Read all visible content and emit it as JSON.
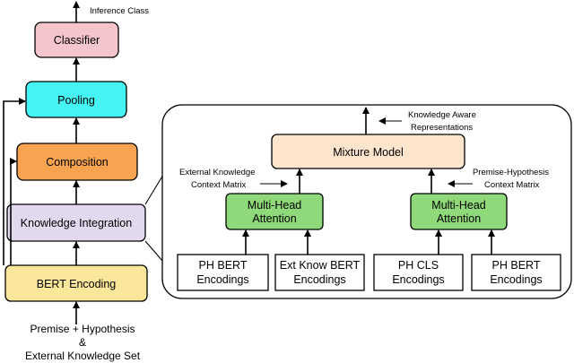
{
  "pipeline": {
    "classifier": "Classifier",
    "pooling": "Pooling",
    "composition": "Composition",
    "knowledge_integration": "Knowledge Integration",
    "bert_encoding": "BERT Encoding",
    "inference_class": "Inference Class",
    "input_line1": "Premise + Hypothesis",
    "input_line2": "&",
    "input_line3": "External Knowledge Set"
  },
  "detail": {
    "mixture_model": "Mixture Model",
    "knowledge_aware_line1": "Knowledge Aware",
    "knowledge_aware_line2": "Representations",
    "ext_ctx_line1": "External Knowledge",
    "ext_ctx_line2": "Context Matrix",
    "ph_ctx_line1": "Premise-Hypothesis",
    "ph_ctx_line2": "Context Matrix",
    "mha_left_line1": "Multi-Head",
    "mha_left_line2": "Attention",
    "mha_right_line1": "Multi-Head",
    "mha_right_line2": "Attention",
    "enc1_line1": "PH BERT",
    "enc1_line2": "Encodings",
    "enc2_line1": "Ext Know BERT",
    "enc2_line2": "Encodings",
    "enc3_line1": "PH CLS",
    "enc3_line2": "Encodings",
    "enc4_line1": "PH BERT",
    "enc4_line2": "Encodings"
  },
  "colors": {
    "classifier": "#f4c6cc",
    "pooling": "#46f3f3",
    "composition": "#f7a350",
    "knowledge_integration": "#e2d9ee",
    "bert_encoding": "#fbe79b",
    "mixture_model": "#fde4cd",
    "attention": "#8fd97a"
  }
}
